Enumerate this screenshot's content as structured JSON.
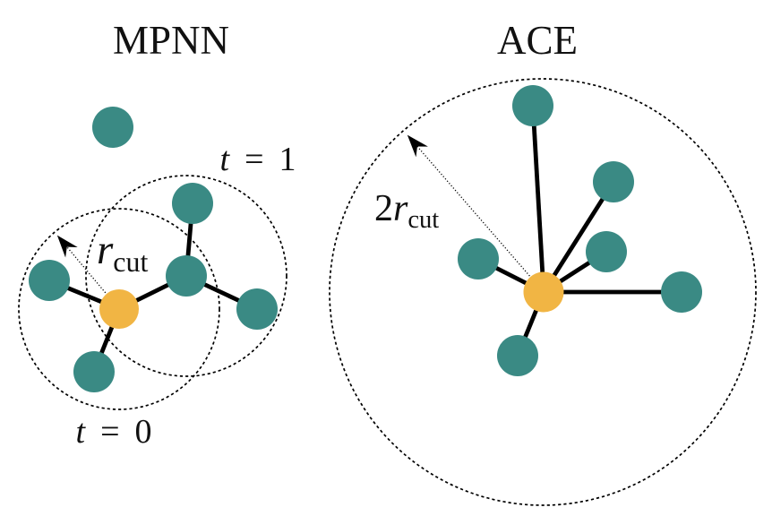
{
  "figure": {
    "panels": {
      "mpnn": {
        "title": "MPNN",
        "labels": {
          "t1": {
            "var": "t",
            "eq": "=",
            "value": "1"
          },
          "t0": {
            "var": "t",
            "eq": "=",
            "value": "0"
          },
          "rcut": {
            "var": "r",
            "sub": "cut"
          }
        }
      },
      "ace": {
        "title": "ACE",
        "labels": {
          "rcut": {
            "prefix": "2",
            "var": "r",
            "sub": "cut"
          }
        }
      }
    }
  },
  "colors": {
    "neighbor_atom": "#3a8a84",
    "center_atom": "#f1b544",
    "bond": "#000000",
    "dashed_circle": "#000000",
    "text": "#111111"
  }
}
